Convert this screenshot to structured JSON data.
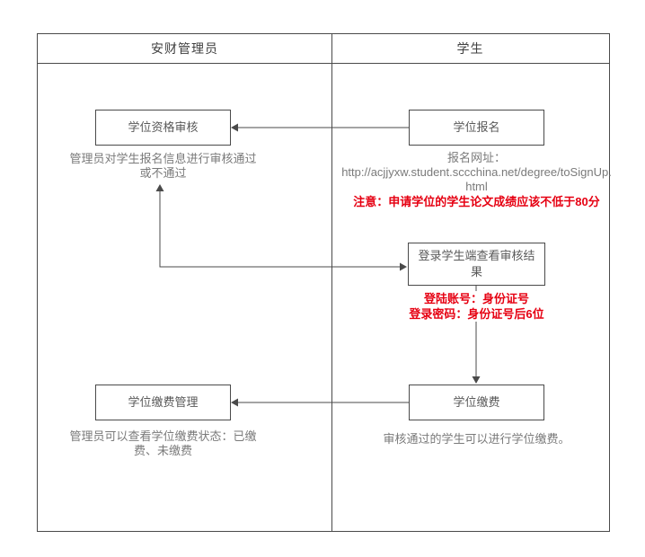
{
  "lanes": [
    {
      "title": "安财管理员"
    },
    {
      "title": "学生"
    }
  ],
  "nodes": {
    "review": "学位资格审核",
    "signup": "学位报名",
    "login": "登录学生端查看审核结果",
    "pay_mgmt": "学位缴费管理",
    "pay": "学位缴费"
  },
  "notes": {
    "review": "管理员对学生报名信息进行审核通过或不通过",
    "signup_label": "报名网址：",
    "signup_url": "http://acjjyxw.student.sccchina.net/degree/toSignUp.html",
    "signup_warning": "注意：申请学位的学生论文成绩应该不低于80分",
    "login_account": "登陆账号：身份证号",
    "login_password": "登录密码：身份证号后6位",
    "pay_mgmt": "管理员可以查看学位缴费状态：已缴费、未缴费",
    "pay": "审核通过的学生可以进行学位缴费。"
  },
  "edges": [
    {
      "from": "学位报名",
      "to": "学位资格审核"
    },
    {
      "from": "学位资格审核",
      "to": "登录学生端查看审核结果"
    },
    {
      "from": "登录学生端查看审核结果",
      "to": "学位缴费"
    },
    {
      "from": "学位缴费",
      "to": "学位缴费管理"
    }
  ],
  "colors": {
    "border": "#4a4a4a",
    "text": "#7a7a7a",
    "warning": "#e60012"
  }
}
